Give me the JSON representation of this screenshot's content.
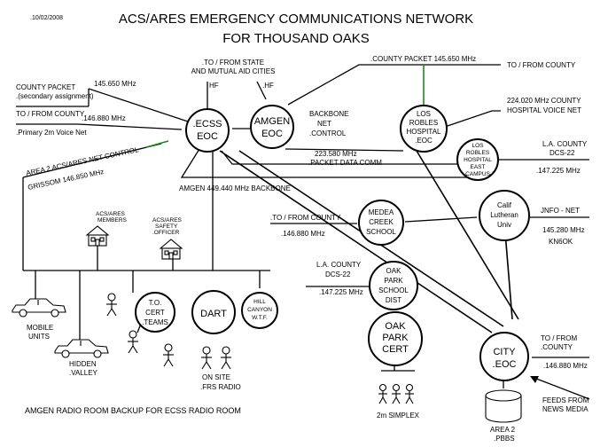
{
  "header": {
    "date": ".10/02/2008",
    "title_line1": "ACS/ARES  EMERGENCY COMMUNICATIONS  NETWORK",
    "title_line2": "FOR THOUSAND OAKS"
  },
  "nodes": {
    "ecss": [
      ".ECSS",
      "EOC"
    ],
    "amgen": [
      "AMGEN",
      "EOC"
    ],
    "los_robles": [
      "LOS",
      "ROBLES",
      "HOSPITAL",
      ".EOC"
    ],
    "los_robles_east": [
      "LOS",
      "ROBLES",
      "HOSPITAL",
      "EAST",
      "CAMPUS"
    ],
    "medea": [
      "MEDEA",
      "CREEK",
      "SCHOOL"
    ],
    "calif": [
      "Calif",
      "Lutheran",
      "Univ"
    ],
    "oak_park_school": [
      "OAK",
      "PARK",
      "SCHOOL",
      "DIST"
    ],
    "oak_park_cert": [
      "OAK",
      "PARK",
      "CERT"
    ],
    "city_eoc": [
      "CITY",
      ".EOC"
    ],
    "cert_teams": [
      "T.O.",
      "CERT",
      ".TEAMS"
    ],
    "dart": [
      "DART"
    ],
    "hill_canyon": [
      "HILL",
      "CANYON",
      "W.T.F."
    ]
  },
  "labels": {
    "county_packet_left": [
      "COUNTY PACKET",
      ".(secondary assignment)"
    ],
    "freq_145650_left": "145.650 MHz",
    "to_from_county_left": [
      "TO / FROM COUNTY",
      ".Primary 2m Voice Net"
    ],
    "freq_146880_left": ".146.880 MHz",
    "state_aid": [
      ".TO / FROM STATE",
      "AND MUTUAL AID CITIES"
    ],
    "hf_1": "HF",
    "hf_2": ".HF",
    "county_packet_top": ".COUNTY PACKET  145.650 MHz",
    "to_from_county_top": "TO / FROM COUNTY",
    "backbone_net_control": [
      "BACKBONE",
      "NET",
      ".CONTROL"
    ],
    "county_hospital_net": [
      "224.020 MHz COUNTY",
      "HOSPITAL VOICE NET"
    ],
    "area2_net_control": "AREA 2  ACS/ARES NET CONTROL",
    "grissom": "GRISSOM  146.850 MHz",
    "packet_data_comm": [
      "223.580 MHz",
      ".PACKET DATA COMM"
    ],
    "la_county_right": [
      "L.A. COUNTY",
      "DCS-22"
    ],
    "freq_147225_right": ".147.225 MHz",
    "amgen_backbone": "AMGEN 449.440 MHz BACKBONE",
    "to_from_county_medea": ".TO / FROM COUNTY",
    "freq_146880_medea": ".146.880 MHz",
    "jnfo_net": "JNFO - NET",
    "freq_145280": "145.280 MHz",
    "kn6ok": "KN6OK",
    "la_county_left": [
      "L.A. COUNTY",
      "DCS-22"
    ],
    "freq_147225_left": ".147.225 MHz",
    "acs_ares_members": [
      "ACS/ARES",
      "MEMBERS"
    ],
    "acs_ares_safety": [
      "ACS/ARES",
      "SAFETY",
      ".OFFICER"
    ],
    "mobile_units": [
      "MOBILE",
      "UNITS"
    ],
    "hidden_valley": [
      "HIDDEN",
      ".VALLEY"
    ],
    "on_site_frs": [
      "ON SITE",
      ".FRS RADIO"
    ],
    "two_m_simplex": "2m SIMPLEX",
    "to_from_county_city": [
      "TO / FROM",
      ".COUNTY"
    ],
    "freq_146880_city": ".146.880 MHz",
    "feeds_news": [
      "FEEDS FROM",
      "NEWS MEDIA"
    ],
    "area2_pbbs": [
      "AREA 2",
      ".PBBS"
    ],
    "footer": "AMGEN RADIO ROOM BACKUP FOR ECSS RADIO ROOM"
  }
}
